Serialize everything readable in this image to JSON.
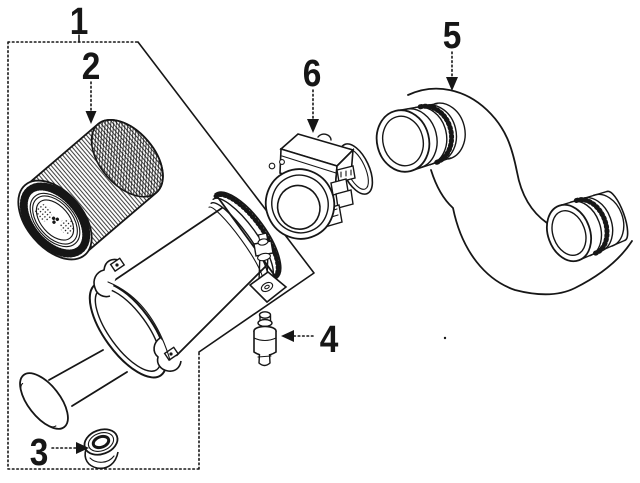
{
  "figure": {
    "title": "Air intake exploded parts diagram",
    "background_color": "#ffffff",
    "ink_color": "#161616",
    "style": "black-and-white line art, dotted leader arrows, dashed enclosure box",
    "callouts": [
      {
        "label": "1",
        "arrow": "down",
        "attached_to": "dashed enclosure box"
      },
      {
        "label": "2",
        "arrow": "down",
        "attached_to": "ribbed cylindrical element"
      },
      {
        "label": "3",
        "arrow": "right",
        "attached_to": "small grommet below housing"
      },
      {
        "label": "4",
        "arrow": "left",
        "attached_to": "small inline valve"
      },
      {
        "label": "5",
        "arrow": "down",
        "attached_to": "curved duct hose"
      },
      {
        "label": "6",
        "arrow": "down",
        "attached_to": "sensor body with round bore"
      }
    ]
  }
}
